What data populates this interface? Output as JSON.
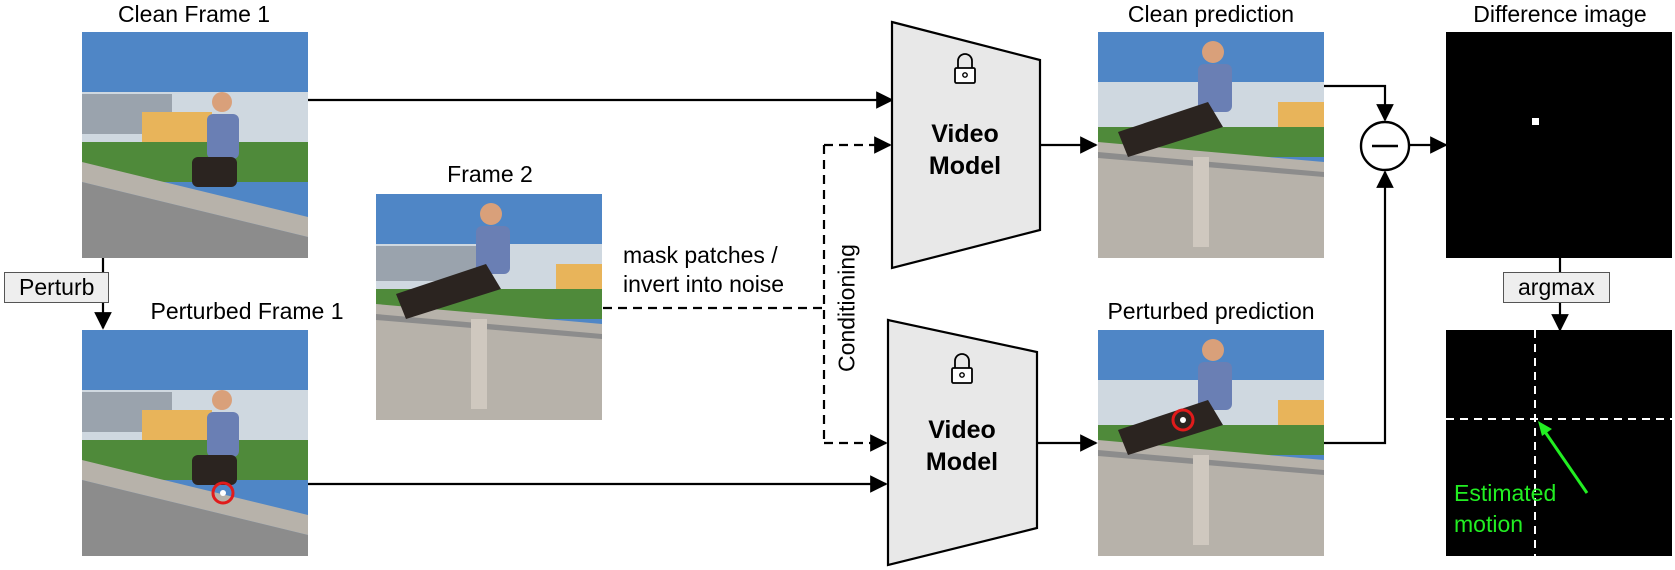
{
  "labels": {
    "clean_frame_1": "Clean Frame 1",
    "frame_2": "Frame 2",
    "perturbed_frame_1": "Perturbed Frame 1",
    "clean_prediction": "Clean prediction",
    "perturbed_prediction": "Perturbed prediction",
    "difference_image": "Difference image",
    "mask_line1": "mask patches /",
    "mask_line2": "invert into noise",
    "conditioning": "Conditioning",
    "perturb": "Perturb",
    "argmax": "argmax",
    "video_model_line1": "Video",
    "video_model_line2": "Model",
    "estimated_line1": "Estimated",
    "estimated_line2": "motion"
  },
  "icons": {
    "lock": "lock-icon",
    "subtract": "minus-circle-icon"
  },
  "colors": {
    "model_fill": "#e8e8e8",
    "annotation_green": "#22ee22",
    "perturb_marker": "#e01b1b",
    "sky": "#4f86c6",
    "wall": "#b7b2aa"
  }
}
